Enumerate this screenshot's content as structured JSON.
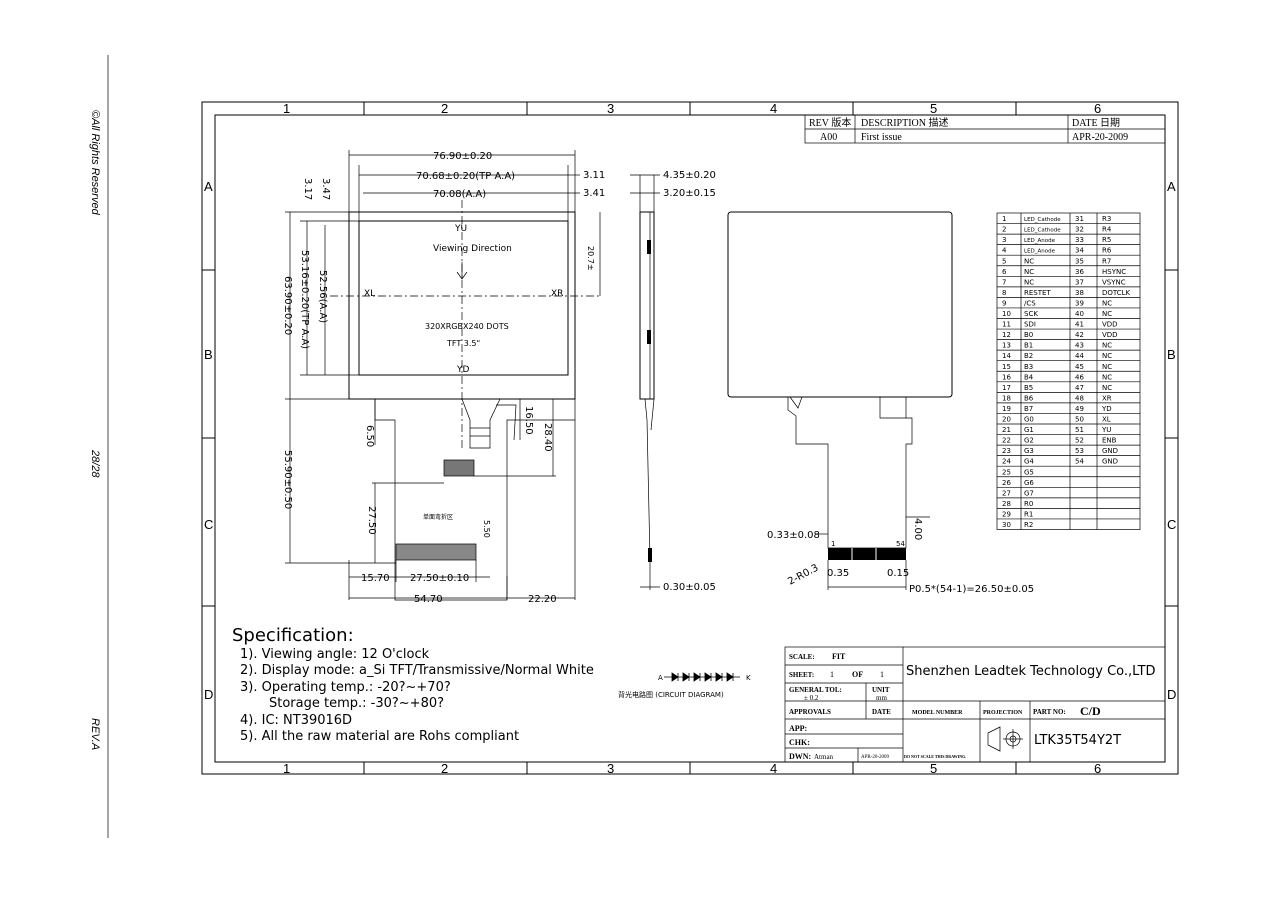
{
  "margin_notes": {
    "rights": "©All Rights Reserved",
    "page": "28/28",
    "rev": "REV.A"
  },
  "grid": {
    "cols": [
      "1",
      "2",
      "3",
      "4",
      "5",
      "6"
    ],
    "rows": [
      "A",
      "B",
      "C",
      "D"
    ]
  },
  "revision_table": {
    "headers": [
      "REV 版本",
      "DESCRIPTION 描述",
      "DATE 日期"
    ],
    "rows": [
      [
        "A00",
        "First issue",
        "APR-20-2009"
      ]
    ]
  },
  "front_view": {
    "dims": {
      "outline_width": "76.90±0.20",
      "tp_aa_width": "70.68±0.20(TP A.A)",
      "aa_width": "70.08(A.A)",
      "right_311": "3.11",
      "right_341": "3.41",
      "left_317": "3.17",
      "left_347": "3.47",
      "height_outline": "63.90±0.20",
      "height_tp_aa": "53.16±0.20(TP A.A)",
      "height_aa": "52.56(A.A)",
      "small_right": "20.7±",
      "d_650": "6.50",
      "d_1650": "16.50",
      "d_2840": "28.40",
      "d_5590": "55.90±0.50",
      "d_2750v": "27.50",
      "d_550": "5.50",
      "d_1570": "15.70",
      "d_2750h": "27.50±0.10",
      "d_5470": "54.70",
      "d_2220": "22.20"
    },
    "labels": {
      "yu": "YU",
      "yd": "YD",
      "xl": "XL",
      "xr": "XR",
      "viewing": "Viewing Direction",
      "dots": "320XRGBX240 DOTS",
      "tft": "TFT 3.5\"",
      "chinese": "单面弯折区"
    }
  },
  "side_view": {
    "d_435": "4.35±0.20",
    "d_320": "3.20±0.15",
    "d_030": "0.30±0.05"
  },
  "back_view": {
    "d_033": "0.33±0.08",
    "d_400": "4.00",
    "pin_first": "1",
    "pin_last": "54",
    "d_r03": "2-R0.3",
    "d_035": "0.35",
    "d_015": "0.15",
    "pitch": "P0.5*(54-1)=26.50±0.05"
  },
  "pin_table": {
    "left": [
      [
        "1",
        "LED_Cathode"
      ],
      [
        "2",
        "LED_Cathode"
      ],
      [
        "3",
        "LED_Anode"
      ],
      [
        "4",
        "LED_Anode"
      ],
      [
        "5",
        "NC"
      ],
      [
        "6",
        "NC"
      ],
      [
        "7",
        "NC"
      ],
      [
        "8",
        "RESTET"
      ],
      [
        "9",
        "/CS"
      ],
      [
        "10",
        "SCK"
      ],
      [
        "11",
        "SDI"
      ],
      [
        "12",
        "B0"
      ],
      [
        "13",
        "B1"
      ],
      [
        "14",
        "B2"
      ],
      [
        "15",
        "B3"
      ],
      [
        "16",
        "B4"
      ],
      [
        "17",
        "B5"
      ],
      [
        "18",
        "B6"
      ],
      [
        "19",
        "B7"
      ],
      [
        "20",
        "G0"
      ],
      [
        "21",
        "G1"
      ],
      [
        "22",
        "G2"
      ],
      [
        "23",
        "G3"
      ],
      [
        "24",
        "G4"
      ],
      [
        "25",
        "G5"
      ],
      [
        "26",
        "G6"
      ],
      [
        "27",
        "G7"
      ],
      [
        "28",
        "R0"
      ],
      [
        "29",
        "R1"
      ],
      [
        "30",
        "R2"
      ]
    ],
    "right": [
      [
        "31",
        "R3"
      ],
      [
        "32",
        "R4"
      ],
      [
        "33",
        "R5"
      ],
      [
        "34",
        "R6"
      ],
      [
        "35",
        "R7"
      ],
      [
        "36",
        "HSYNC"
      ],
      [
        "37",
        "VSYNC"
      ],
      [
        "38",
        "DOTCLK"
      ],
      [
        "39",
        "NC"
      ],
      [
        "40",
        "NC"
      ],
      [
        "41",
        "VDD"
      ],
      [
        "42",
        "VDD"
      ],
      [
        "43",
        "NC"
      ],
      [
        "44",
        "NC"
      ],
      [
        "45",
        "NC"
      ],
      [
        "46",
        "NC"
      ],
      [
        "47",
        "NC"
      ],
      [
        "48",
        "XR"
      ],
      [
        "49",
        "YD"
      ],
      [
        "50",
        "XL"
      ],
      [
        "51",
        "YU"
      ],
      [
        "52",
        "ENB"
      ],
      [
        "53",
        "GND"
      ],
      [
        "54",
        "GND"
      ]
    ]
  },
  "specification": {
    "title": "Specification:",
    "lines": [
      "1). Viewing angle: 12 O'clock",
      "2). Display mode: a_Si TFT/Transmissive/Normal White",
      "3). Operating temp.: -20?~+70?",
      "Storage temp.: -30?~+80?",
      "4). IC: NT39016D",
      "5). All the raw material are Rohs compliant"
    ]
  },
  "circuit": {
    "a": "A",
    "k": "K",
    "caption": "背光电路图 (CIRCUIT DIAGRAM)"
  },
  "title_block": {
    "scale_label": "SCALE:",
    "scale_value": "FIT",
    "sheet_label": "SHEET:",
    "sheet_value": "1",
    "of_label": "OF",
    "of_value": "1",
    "company": "Shenzhen Leadtek Technology Co.,LTD",
    "tol_label": "GENERAL TOL:",
    "tol_value": "± 0.2",
    "unit_label": "UNIT",
    "unit_value": "mm",
    "approvals": "APPROVALS",
    "date": "DATE",
    "model_number": "MODEL NUMBER",
    "projection": "PROJECTION",
    "part_no_label": "PART NO:",
    "part_no_value": "C/D",
    "app": "APP:",
    "chk": "CHK:",
    "dwn": "DWN:",
    "dwn_name": "Atman",
    "dwn_date": "APR-20-2009",
    "no_scale": "DO NOT SCALE THIS DRAWING.",
    "model": "LTK35T54Y2T"
  }
}
